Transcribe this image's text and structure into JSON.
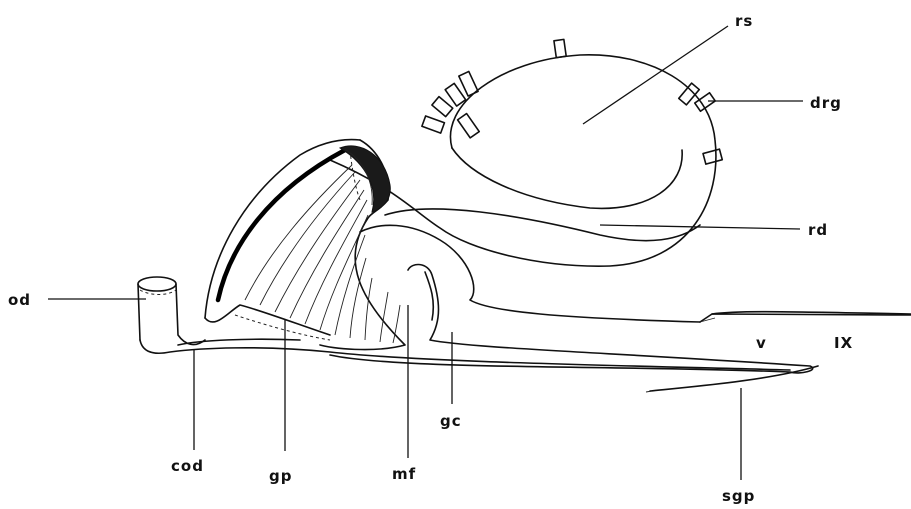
{
  "labels": {
    "rs": "rs",
    "drg": "drg",
    "rd": "rd",
    "od": "od",
    "cod": "cod",
    "gp": "gp",
    "mf": "mf",
    "gc": "gc",
    "v": "v",
    "ix": "IX",
    "sgp": "sgp"
  }
}
